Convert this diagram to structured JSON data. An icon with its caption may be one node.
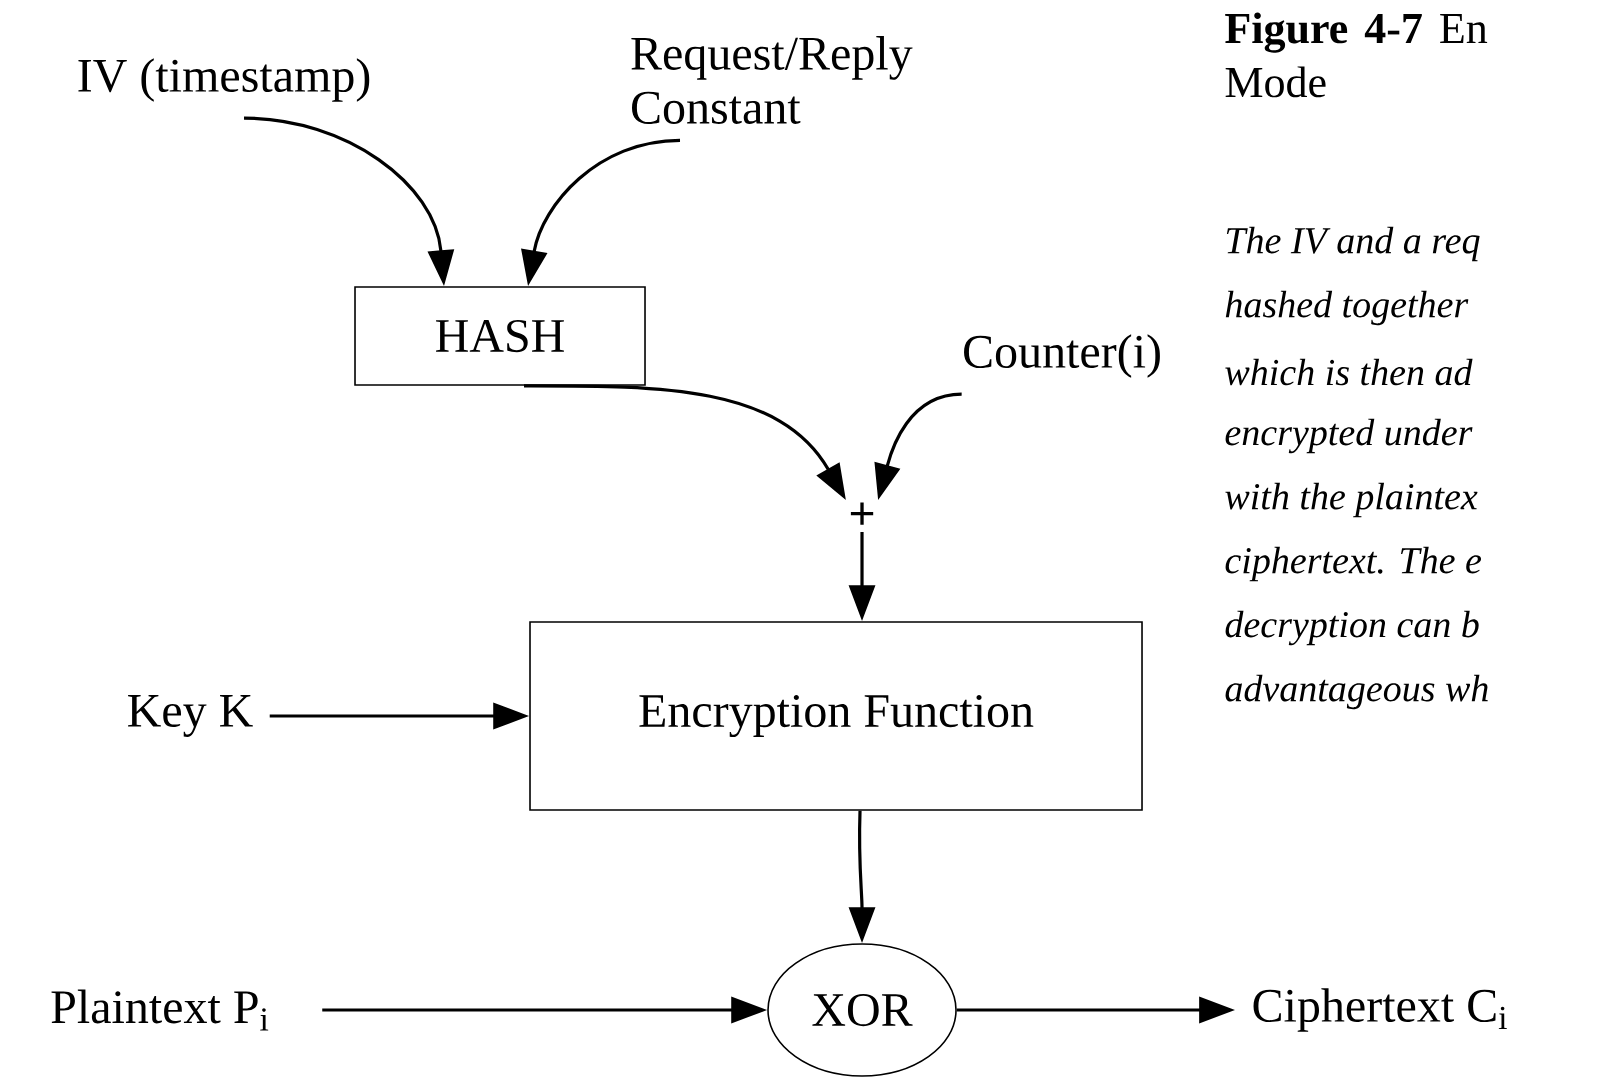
{
  "diagram": {
    "title": "**Figure 4-7** En Mode",
    "nodes": [
      {
        "text": [
          "IV (timestamp)"
        ]
      },
      {
        "text": [
          "Request/Reply Constant"
        ]
      },
      {
        "text": [
          "HASH"
        ]
      },
      {
        "text": [
          "Counter(i)"
        ]
      },
      {
        "text": [
          "+"
        ]
      },
      {
        "text": [
          "Key K"
        ]
      },
      {
        "text": [
          "Encryption Function"
        ]
      },
      {
        "text": [
          "Plaintext P$_{i}$"
        ]
      },
      {
        "text": [
          "XOR"
        ]
      },
      {
        "text": [
          "Ciphertext C$_{i}$"
        ]
      }
    ],
    "edges": [
      {
        "from": 0,
        "to": 2,
        "arrow": "to"
      },
      {
        "from": 1,
        "to": 2,
        "arrow": "to"
      },
      {
        "from": 2,
        "to": 4,
        "arrow": "to"
      },
      {
        "from": 3,
        "to": 4,
        "arrow": "to"
      },
      {
        "from": 4,
        "to": 6,
        "arrow": "to"
      },
      {
        "from": 5,
        "to": 6,
        "arrow": "to"
      },
      {
        "from": 6,
        "to": 8,
        "arrow": "to"
      },
      {
        "from": 7,
        "to": 8,
        "arrow": "to"
      },
      {
        "from": 8,
        "to": 9,
        "arrow": "to"
      }
    ],
    "labels": [
      "The IV and a req",
      "hashed together",
      "which is then ad",
      "encrypted under",
      "with the plaintex",
      "ciphertext. The e",
      "decryption can b",
      "advantageous wh"
    ]
  }
}
